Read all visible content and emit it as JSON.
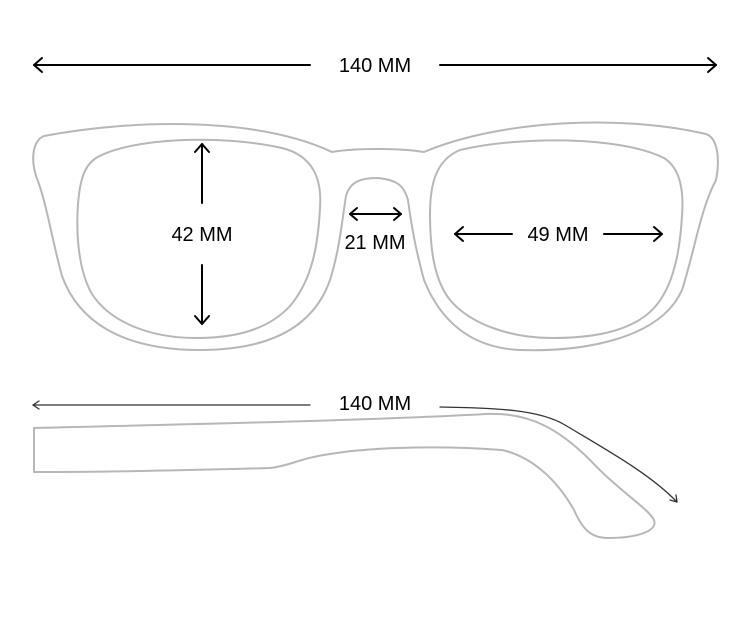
{
  "labels": {
    "front_width": "140 MM",
    "lens_height": "42 MM",
    "bridge_width": "21 MM",
    "lens_width": "49 MM",
    "temple_length": "140 MM"
  },
  "colors": {
    "outline": "#b7b7b7",
    "dimension": "#000000",
    "background": "#ffffff"
  }
}
